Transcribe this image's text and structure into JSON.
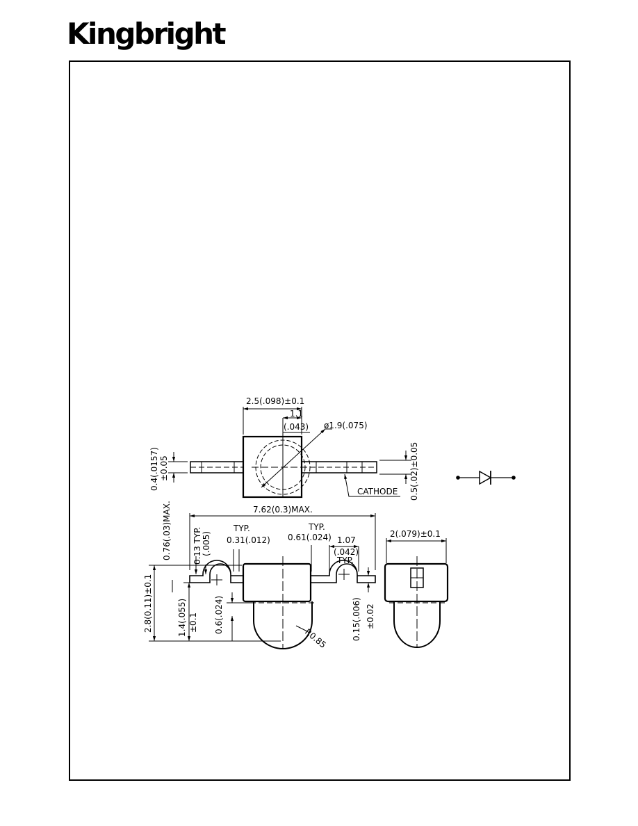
{
  "header": {
    "logo": "Kingbright"
  },
  "top_view": {
    "width": "2.5(.098)±0.1",
    "center_offset": "1.1",
    "center_offset_inch": "(.043)",
    "diameter": "ø1.9(.075)",
    "left_lead": "0.4(.0157)",
    "left_lead_tol": "±0.05",
    "right_lead": "0.5(.02)±0.05",
    "cathode": "CATHODE"
  },
  "side_view": {
    "overall_length": "7.62(0.3)MAX.",
    "standoff": "0.76(.03)MAX.",
    "lead_thickness": "0.13 TYP.",
    "lead_thickness_inch": "(.005)",
    "left_typ": "TYP.",
    "left_pitch": "0.31(.012)",
    "right_pitch_typ": "TYP.",
    "right_pitch": "0.61(.024)",
    "bend": "1.07",
    "bend_inch": "(.042)",
    "bend_typ": "TYP.",
    "total_height": "2.8(0.11)±0.1",
    "lens_height": "1.4(.055)",
    "lens_tol": "±0.1",
    "lens_offset": "0.6(.024)",
    "radius": "R0.85",
    "lead_height": "0.15(.006)",
    "lead_height_tol": "±0.02"
  },
  "end_view": {
    "width": "2(.079)±0.1"
  },
  "colors": {
    "ink": "#000000",
    "paper": "#ffffff"
  }
}
